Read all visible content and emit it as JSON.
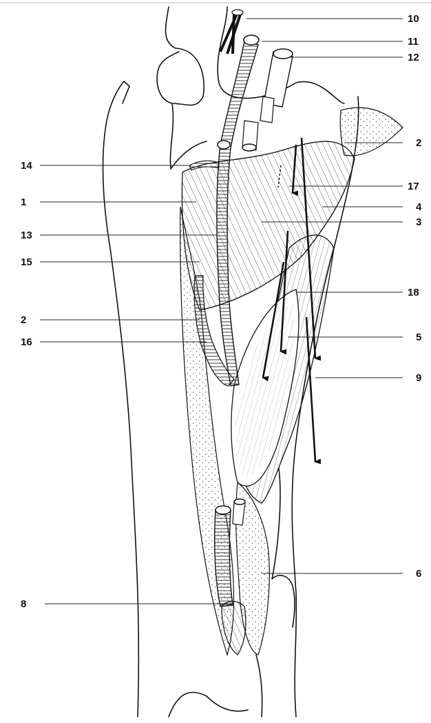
{
  "figure": {
    "labels": [
      {
        "id": "l10",
        "text": "10"
      },
      {
        "id": "l11",
        "text": "11"
      },
      {
        "id": "l12",
        "text": "12"
      },
      {
        "id": "l2a",
        "text": "2"
      },
      {
        "id": "l14",
        "text": "14"
      },
      {
        "id": "l17",
        "text": "17"
      },
      {
        "id": "l1",
        "text": "1"
      },
      {
        "id": "l4",
        "text": "4"
      },
      {
        "id": "l3",
        "text": "3"
      },
      {
        "id": "l13",
        "text": "13"
      },
      {
        "id": "l15",
        "text": "15"
      },
      {
        "id": "l18",
        "text": "18"
      },
      {
        "id": "l2b",
        "text": "2"
      },
      {
        "id": "l5",
        "text": "5"
      },
      {
        "id": "l16",
        "text": "16"
      },
      {
        "id": "l9",
        "text": "9"
      },
      {
        "id": "l6",
        "text": "6"
      },
      {
        "id": "l8",
        "text": "8"
      }
    ]
  },
  "colors": {
    "line": "#111111",
    "background": "#ffffff"
  }
}
